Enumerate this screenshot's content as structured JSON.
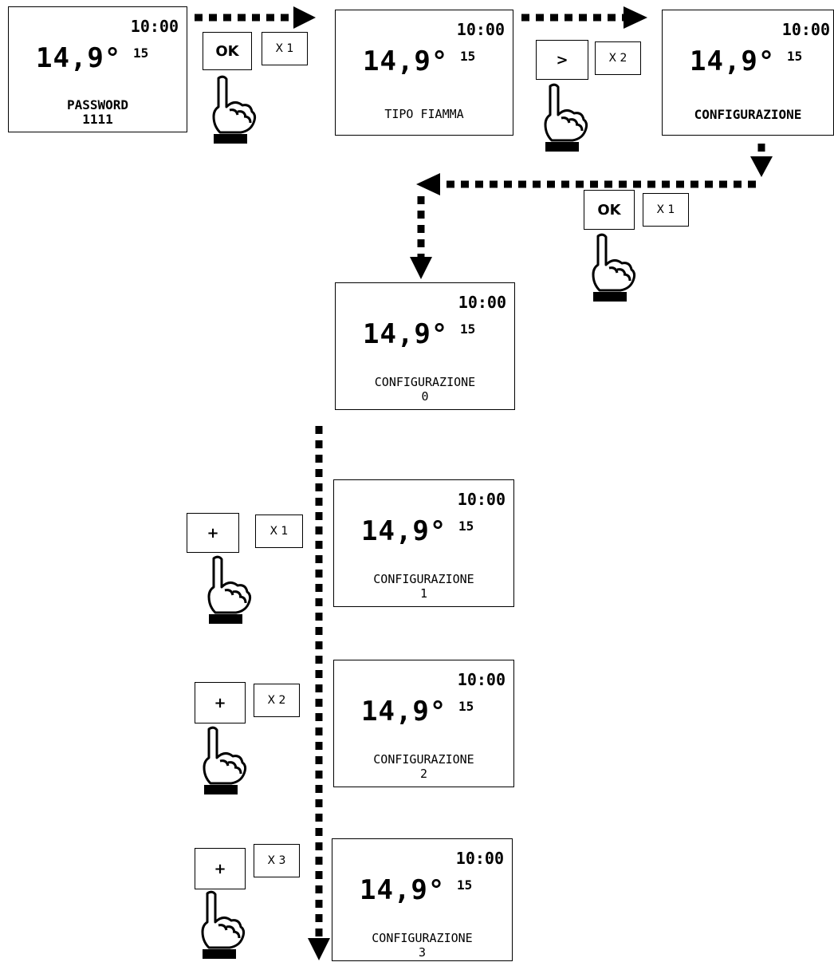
{
  "steps": [
    {
      "time": "10:00",
      "temp": "14,9°",
      "sub": "15",
      "label1": "PASSWORD",
      "label2": "1111"
    },
    {
      "time": "10:00",
      "temp": "14,9°",
      "sub": "15",
      "label1": "TIPO FIAMMA",
      "label2": ""
    },
    {
      "time": "10:00",
      "temp": "14,9°",
      "sub": "15",
      "label1": "CONFIGURAZIONE",
      "label2": ""
    },
    {
      "time": "10:00",
      "temp": "14,9°",
      "sub": "15",
      "label1": "CONFIGURAZIONE",
      "label2": "0"
    },
    {
      "time": "10:00",
      "temp": "14,9°",
      "sub": "15",
      "label1": "CONFIGURAZIONE",
      "label2": "1"
    },
    {
      "time": "10:00",
      "temp": "14,9°",
      "sub": "15",
      "label1": "CONFIGURAZIONE",
      "label2": "2"
    },
    {
      "time": "10:00",
      "temp": "14,9°",
      "sub": "15",
      "label1": "CONFIGURAZIONE",
      "label2": "3"
    }
  ],
  "actions": [
    {
      "key": "OK",
      "count": "X 1"
    },
    {
      "key": ">",
      "count": "X 2"
    },
    {
      "key": "OK",
      "count": "X 1"
    },
    {
      "key": "+",
      "count": "X 1"
    },
    {
      "key": "+",
      "count": "X 2"
    },
    {
      "key": "+",
      "count": "X 3"
    }
  ]
}
